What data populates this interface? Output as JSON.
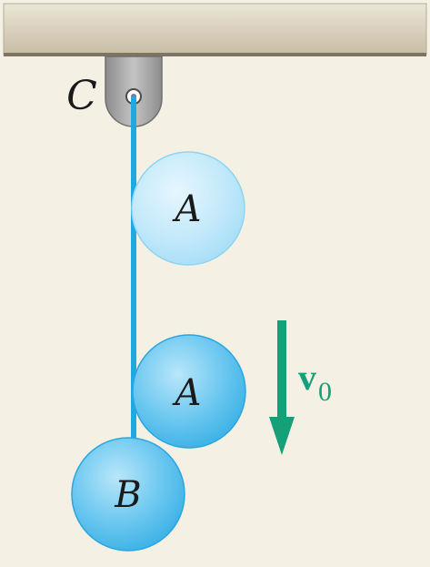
{
  "labels": {
    "pivot": "C",
    "ball_upper": "A",
    "ball_lower": "A",
    "ball_bottom": "B",
    "velocity_main": "v",
    "velocity_sub": "0"
  },
  "colors": {
    "background": "#f4f1e4",
    "ceiling_top": "#e9e3d3",
    "ceiling_bottom": "#c9bda5",
    "ceiling_edge": "#8f8371",
    "bracket": "#a8a8a8",
    "bracket_dark": "#6f6f6f",
    "rope": "#1ea9e3",
    "ball_light": "#d9f1fc",
    "ball_mid": "#8fd2f3",
    "ball_dark": "#3fb2e8",
    "arrow": "#15a07a"
  },
  "icons": {
    "velocity_arrow": "arrow-down-icon"
  }
}
